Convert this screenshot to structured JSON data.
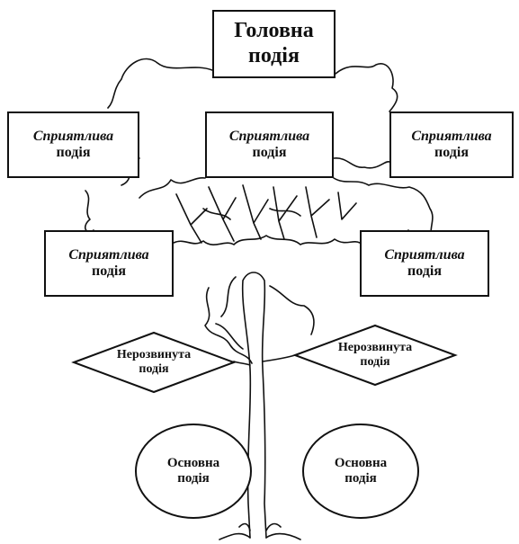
{
  "main_event": {
    "line1": "Головна",
    "line2": "подія"
  },
  "favorable_events": [
    {
      "line1": "Сприятлива",
      "line2": "подія"
    },
    {
      "line1": "Сприятлива",
      "line2": "подія"
    },
    {
      "line1": "Сприятлива",
      "line2": "подія"
    },
    {
      "line1": "Сприятлива",
      "line2": "подія"
    },
    {
      "line1": "Сприятлива",
      "line2": "подія"
    }
  ],
  "undeveloped_events": [
    {
      "line1": "Нерозвинута",
      "line2": "подія"
    },
    {
      "line1": "Нерозвинута",
      "line2": "подія"
    }
  ],
  "basic_events": [
    {
      "line1": "Основна",
      "line2": "подія"
    },
    {
      "line1": "Основна",
      "line2": "подія"
    }
  ],
  "colors": {
    "stroke": "#111111",
    "background": "#ffffff"
  }
}
